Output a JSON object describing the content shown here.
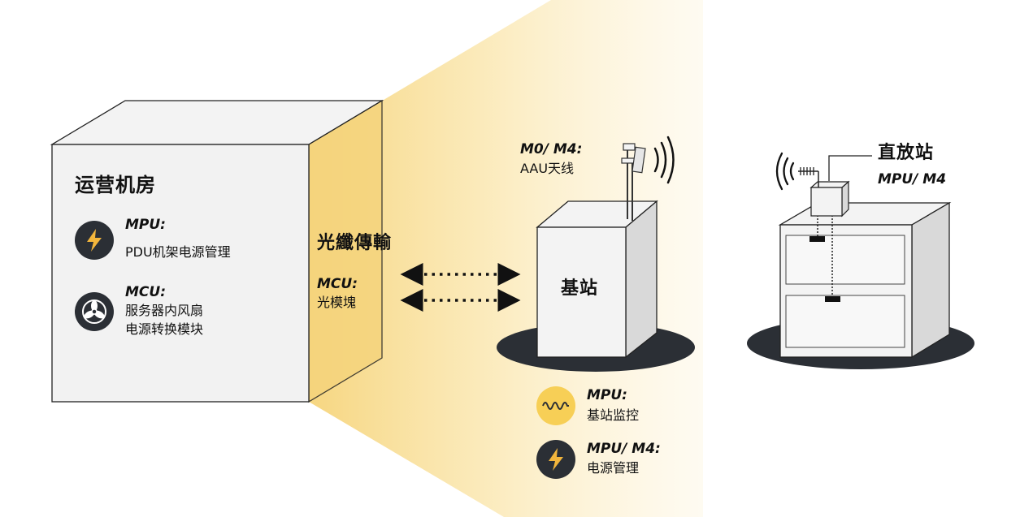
{
  "datacenter": {
    "title": "运营机房",
    "items": [
      {
        "icon": "lightning-icon",
        "label": "MPU:",
        "desc": [
          "PDU机架电源管理"
        ]
      },
      {
        "icon": "fan-icon",
        "label": "MCU:",
        "desc": [
          "服务器内风扇",
          "电源转换模块"
        ]
      }
    ]
  },
  "fiber": {
    "title": "光纖傳輸",
    "label": "MCU:",
    "desc": "光模塊"
  },
  "base_station": {
    "title": "基站",
    "antenna_label": "M0/ M4:",
    "antenna_desc": "AAU天线",
    "items": [
      {
        "icon": "wave-icon",
        "label": "MPU:",
        "desc": "基站监控"
      },
      {
        "icon": "lightning-icon",
        "label": "MPU/ M4:",
        "desc": "电源管理"
      }
    ]
  },
  "repeater": {
    "title": "直放站",
    "label": "MPU/ M4"
  },
  "colors": {
    "beam": "#f8dc8e",
    "dark": "#2b2f35",
    "accent_yellow": "#f7cf56",
    "bolt": "#f3b63c",
    "box_fill": "#f3f3f3",
    "box_side": "#d9d9d9"
  }
}
